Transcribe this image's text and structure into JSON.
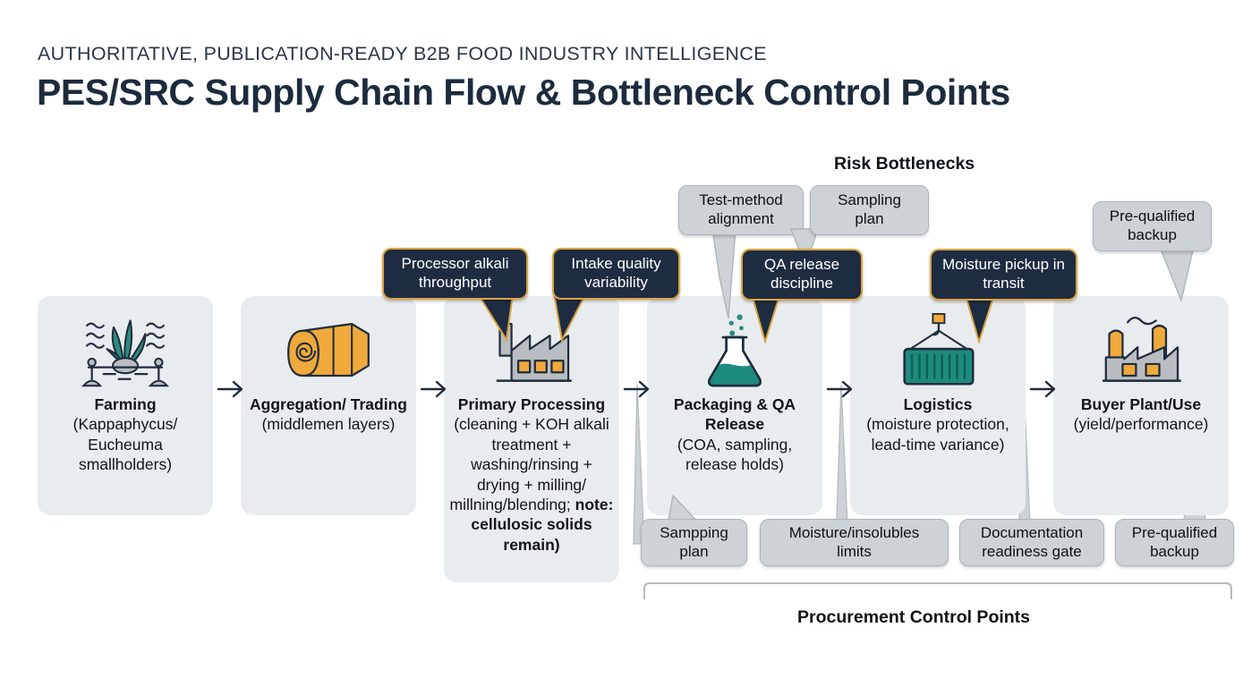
{
  "header": {
    "eyebrow": "AUTHORITATIVE, PUBLICATION-READY B2B FOOD INDUSTRY INTELLIGENCE",
    "title": "PES/SRC Supply Chain Flow & Bottleneck Control Points"
  },
  "colors": {
    "accent_gold": "#d9a441",
    "dark_navy": "#1e2c42",
    "box_gray": "#e9ecef",
    "callout_gray": "#cdd2d6",
    "teal": "#1d8b7e",
    "orange": "#f0a93b",
    "text_dark": "#111418"
  },
  "section_labels": {
    "risk_bottlenecks": "Risk Bottlenecks",
    "procurement_control_points": "Procurement Control Points"
  },
  "stages": [
    {
      "id": "farming",
      "icon": "seaweed-farm-icon",
      "title": "Farming",
      "detail": "(Kappaphycus/ Eucheuma smallholders)"
    },
    {
      "id": "aggregation-trading",
      "icon": "seaweed-bale-icon",
      "title": "Aggregation/ Trading",
      "detail": "(middlemen layers)"
    },
    {
      "id": "primary-processing",
      "icon": "factory-icon",
      "title": "Primary Processing",
      "detail": "(cleaning + KOH alkali treatment + washing/rinsing + drying + milling/ millning/blending;",
      "detail_bold": "note: cellulosic solids remain)"
    },
    {
      "id": "packaging-qa-release",
      "icon": "flask-icon",
      "title": "Packaging & QA Release",
      "detail": "(COA, sampling, release holds)"
    },
    {
      "id": "logistics",
      "icon": "shipping-container-icon",
      "title": "Logistics",
      "detail": "(moisture protection, lead-time variance)"
    },
    {
      "id": "buyer-plant-use",
      "icon": "buyer-plant-icon",
      "title": "Buyer Plant/Use",
      "detail": "(yield/performance)"
    }
  ],
  "arrows": [
    "arrow-1",
    "arrow-2",
    "arrow-3",
    "arrow-4",
    "arrow-5"
  ],
  "risk_callouts": [
    {
      "id": "processor-alkali-throughput",
      "label": "Processor alkali throughput",
      "style": "dark"
    },
    {
      "id": "intake-quality-variability",
      "label": "Intake quality variability",
      "style": "dark"
    },
    {
      "id": "qa-release-discipline",
      "label": "QA release discipline",
      "style": "dark"
    },
    {
      "id": "moisture-pickup-in-transit",
      "label": "Moisture pickup in transit",
      "style": "dark"
    },
    {
      "id": "test-method-alignment",
      "label": "Test-method alignment",
      "style": "light"
    },
    {
      "id": "sampling-plan-top",
      "label": "Sampling plan",
      "style": "light"
    },
    {
      "id": "pre-qualified-backup-top",
      "label": "Pre-qualified backup",
      "style": "light"
    }
  ],
  "control_point_callouts": [
    {
      "id": "sampping-plan",
      "label": "Sampping plan"
    },
    {
      "id": "moisture-insolubles-limits",
      "label": "Moisture/insolubles limits"
    },
    {
      "id": "documentation-readiness-gate",
      "label": "Documentation readiness gate"
    },
    {
      "id": "pre-qualified-backup-bottom",
      "label": "Pre-qualified backup"
    }
  ]
}
